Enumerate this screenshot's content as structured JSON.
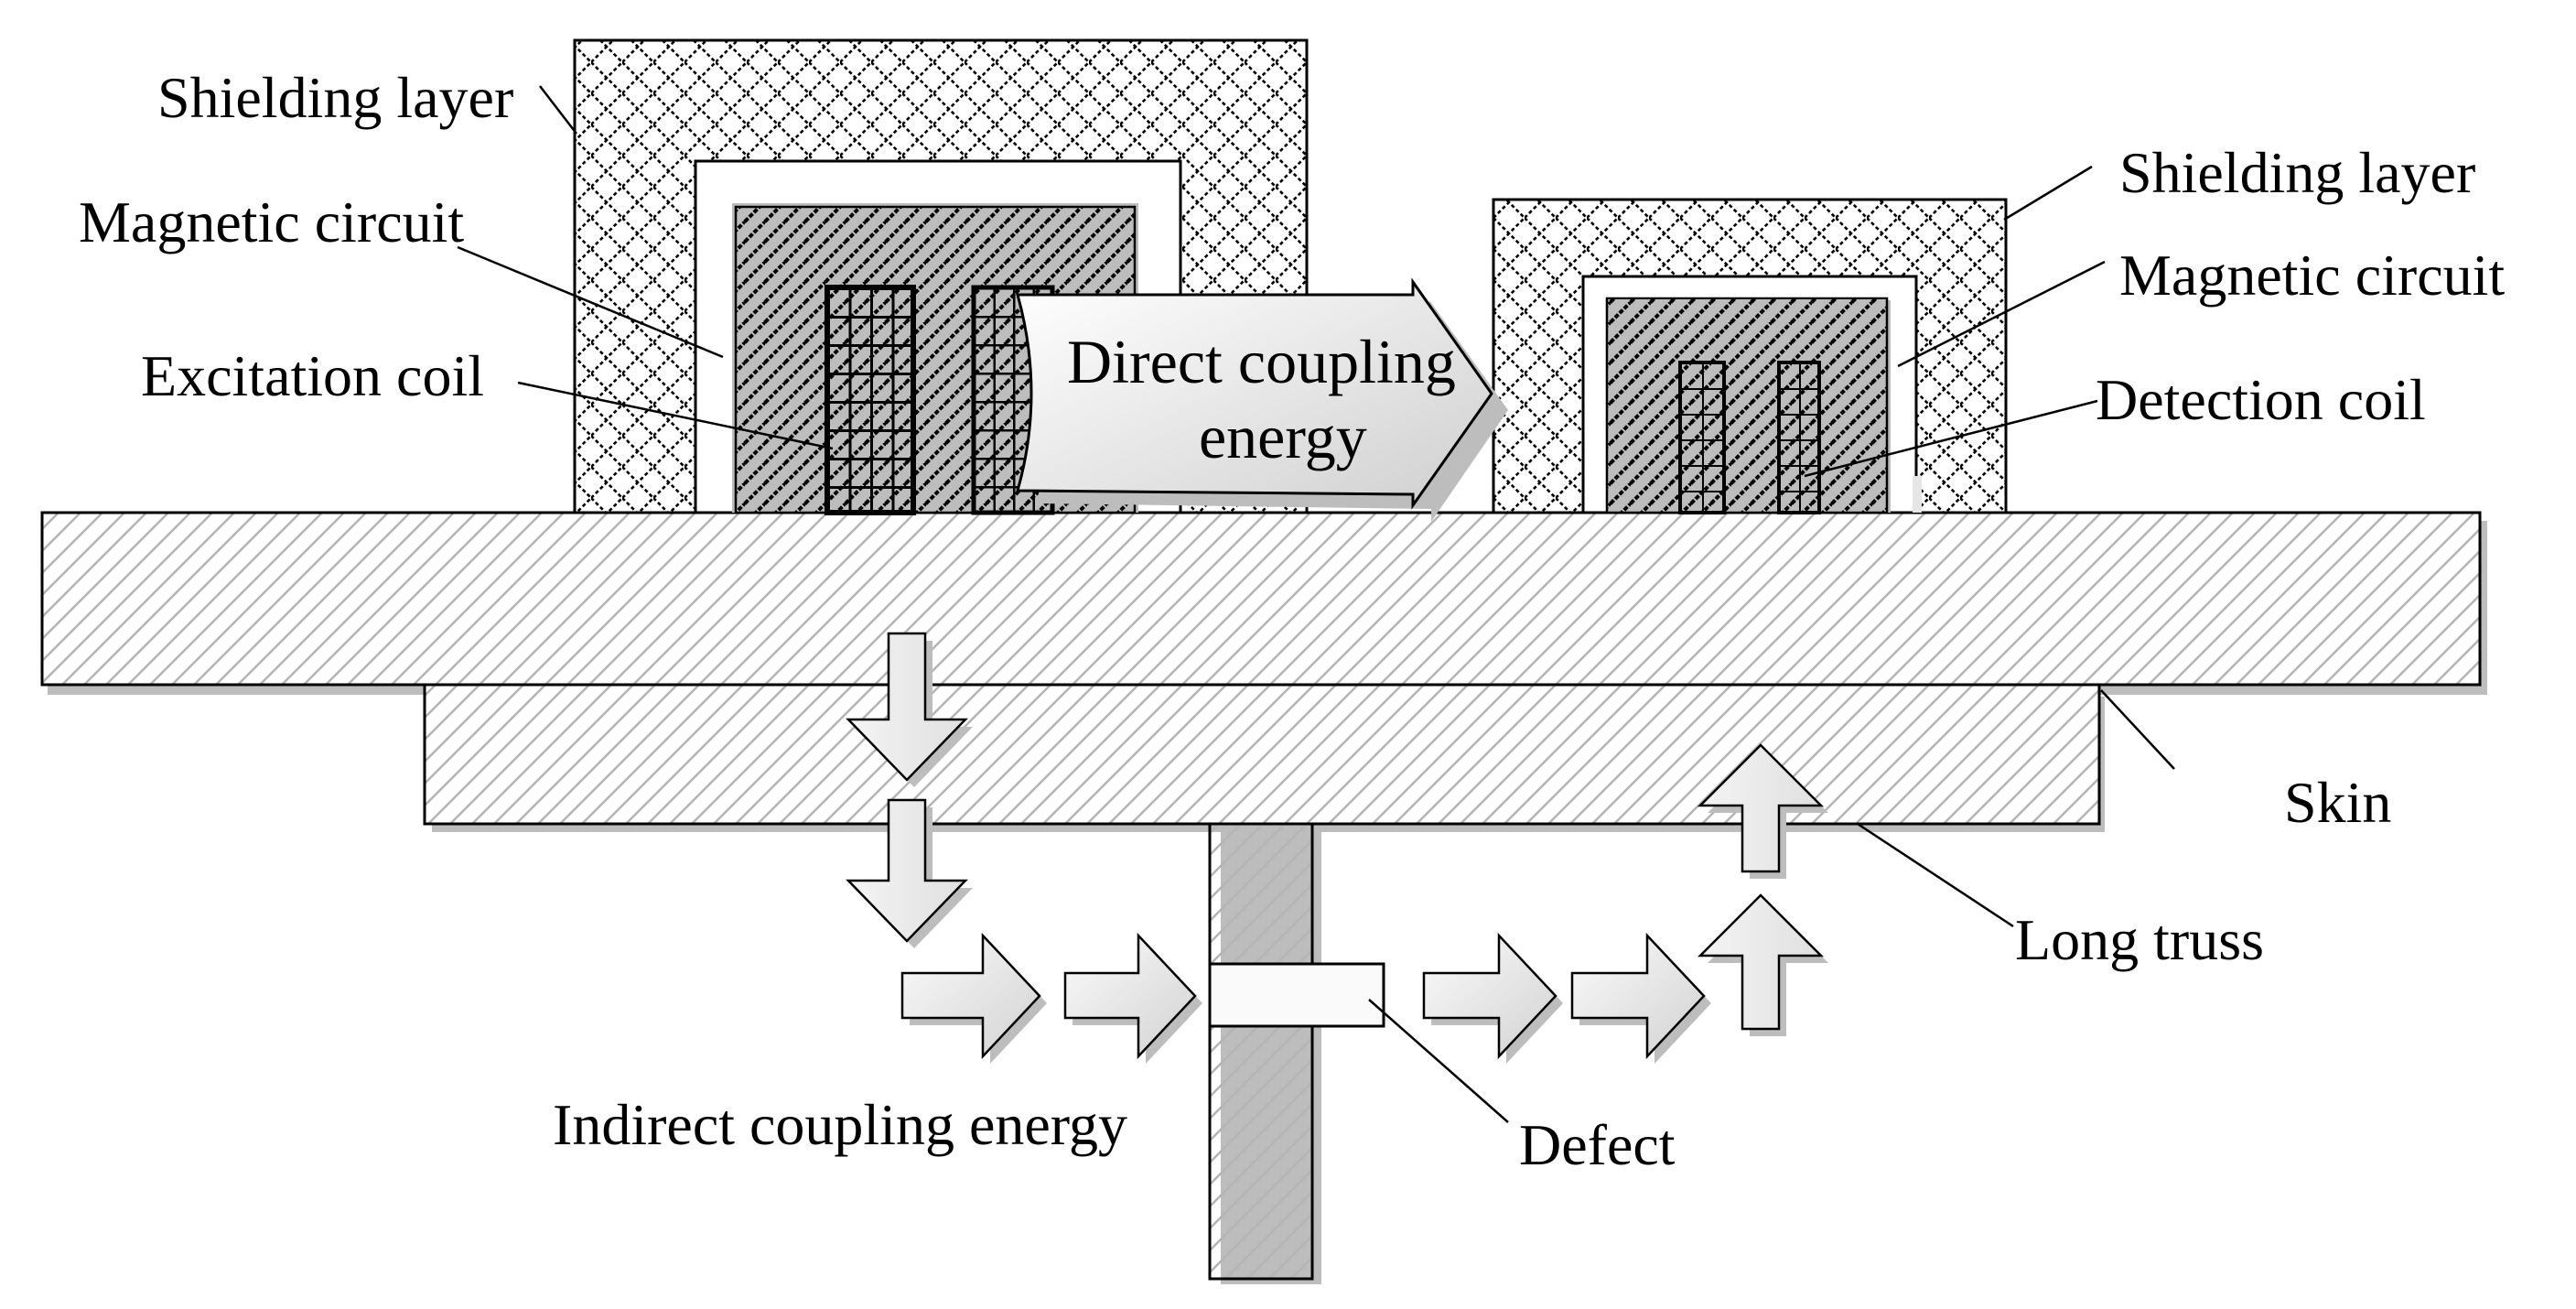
{
  "labels": {
    "shielding_left": "Shielding layer",
    "magnetic_left": "Magnetic circuit",
    "excitation_coil": "Excitation coil",
    "direct_line1": "Direct coupling",
    "direct_line2": "energy",
    "shielding_right": "Shielding layer",
    "magnetic_right": "Magnetic circuit",
    "detection_coil": "Detection coil",
    "skin": "Skin",
    "long_truss": "Long truss",
    "indirect": "Indirect coupling energy",
    "defect": "Defect"
  },
  "colors": {
    "stroke": "#000000",
    "background": "#ffffff",
    "hatch_light": "#b4b4b4",
    "arrow_light": "#fbfbfb",
    "arrow_dark": "#d2d2d2",
    "shadow": "#bdbdbd"
  }
}
